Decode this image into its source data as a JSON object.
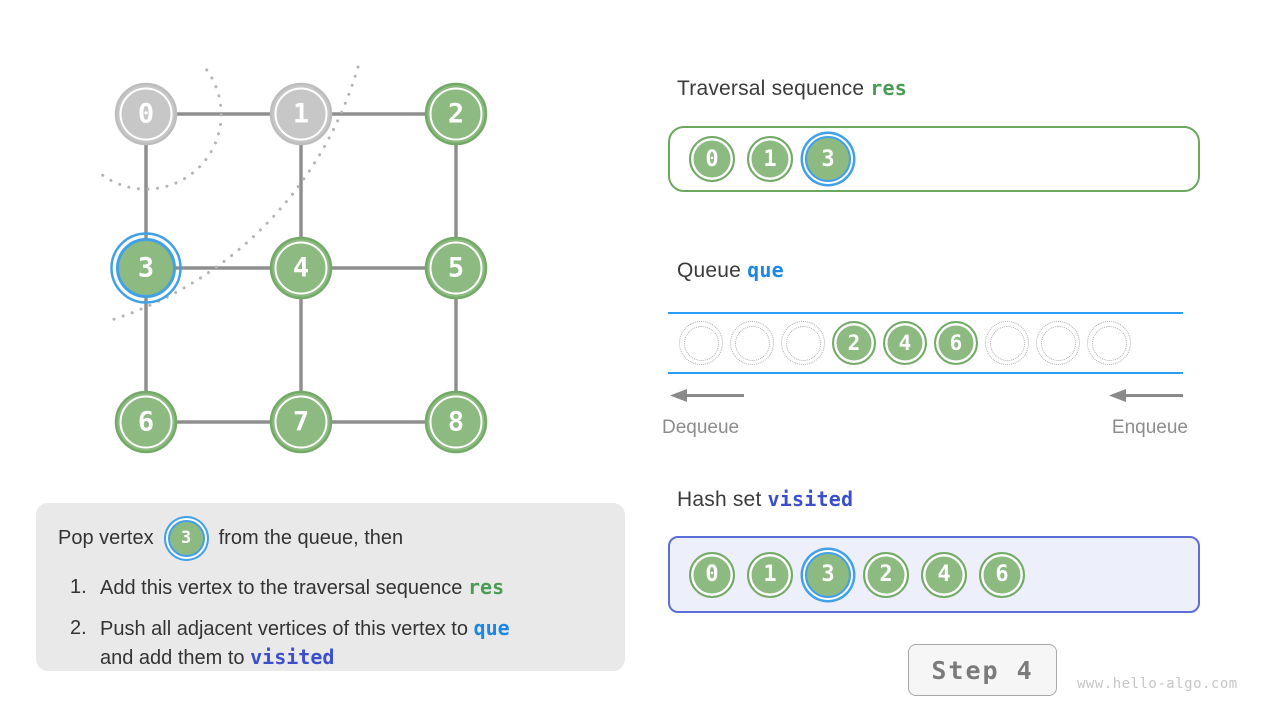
{
  "graph": {
    "vertices": [
      {
        "label": "0",
        "state": "processed"
      },
      {
        "label": "1",
        "state": "processed"
      },
      {
        "label": "2",
        "state": "visited"
      },
      {
        "label": "3",
        "state": "current"
      },
      {
        "label": "4",
        "state": "visited"
      },
      {
        "label": "5",
        "state": "visited"
      },
      {
        "label": "6",
        "state": "visited"
      },
      {
        "label": "7",
        "state": "visited"
      },
      {
        "label": "8",
        "state": "visited"
      }
    ],
    "edges": [
      [
        0,
        1
      ],
      [
        1,
        2
      ],
      [
        3,
        4
      ],
      [
        4,
        5
      ],
      [
        6,
        7
      ],
      [
        7,
        8
      ],
      [
        0,
        3
      ],
      [
        3,
        6
      ],
      [
        1,
        4
      ],
      [
        4,
        7
      ],
      [
        2,
        5
      ],
      [
        5,
        8
      ]
    ]
  },
  "traversal": {
    "label": "Traversal sequence",
    "token": "res",
    "items": [
      "0",
      "1",
      "3"
    ],
    "highlighted": "3"
  },
  "queue": {
    "label": "Queue",
    "token": "que",
    "slots": [
      "",
      "",
      "",
      "2",
      "4",
      "6",
      "",
      "",
      ""
    ],
    "dequeue_label": "Dequeue",
    "enqueue_label": "Enqueue"
  },
  "hash_set": {
    "label": "Hash set",
    "token": "visited",
    "items": [
      "0",
      "1",
      "3",
      "2",
      "4",
      "6"
    ],
    "highlighted": "3"
  },
  "note": {
    "intro_prefix": "Pop vertex",
    "intro_vertex": "3",
    "intro_suffix": "from the queue, then",
    "item1_num": "1.",
    "item1_text": "Add this vertex to the traversal sequence",
    "item1_token": "res",
    "item2_num": "2.",
    "item2_text": "Push all adjacent vertices of this vertex to",
    "item2_token": "que",
    "item2_text2": "and add them to",
    "item2_token2": "visited"
  },
  "footer": {
    "step_label": "Step 4",
    "watermark": "www.hello-algo.com"
  },
  "colors": {
    "vertex_green": "#8cba80",
    "vertex_green_border": "#74aa67",
    "vertex_gray": "#c7c7c7",
    "highlight_blue": "#41a0e8",
    "queue_line_blue": "#2a9df4",
    "res_green": "#4b9b55",
    "que_blue": "#1c87e5",
    "visited_indigo": "#3b4ecc",
    "hash_box_border": "#5b6fd6",
    "hash_box_fill": "#edf0fb",
    "note_box_fill": "#e9e9e9"
  }
}
